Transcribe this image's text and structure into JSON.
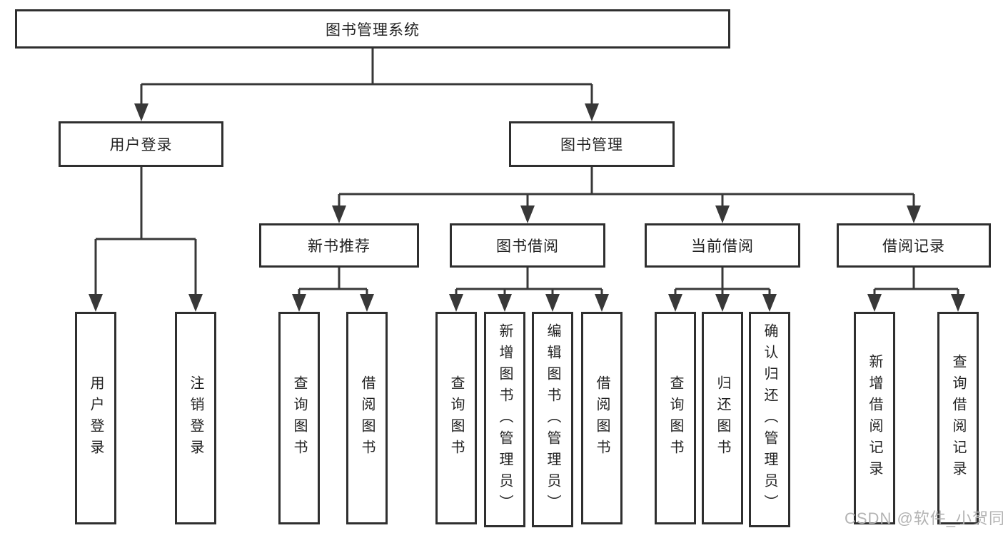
{
  "diagram": {
    "type": "hierarchy-tree",
    "root": {
      "label": "图书管理系统"
    },
    "level2": [
      {
        "label": "用户登录"
      },
      {
        "label": "图书管理"
      }
    ],
    "level3": [
      {
        "label": "新书推荐",
        "parent": "图书管理"
      },
      {
        "label": "图书借阅",
        "parent": "图书管理"
      },
      {
        "label": "当前借阅",
        "parent": "图书管理"
      },
      {
        "label": "借阅记录",
        "parent": "图书管理"
      }
    ],
    "leaves": [
      {
        "label": "用户登录",
        "parent": "用户登录"
      },
      {
        "label": "注销登录",
        "parent": "用户登录"
      },
      {
        "label": "查询图书",
        "parent": "新书推荐"
      },
      {
        "label": "借阅图书",
        "parent": "新书推荐"
      },
      {
        "label": "查询图书",
        "parent": "图书借阅"
      },
      {
        "label": "新增图书（管理员）",
        "parent": "图书借阅"
      },
      {
        "label": "编辑图书（管理员）",
        "parent": "图书借阅"
      },
      {
        "label": "借阅图书",
        "parent": "图书借阅"
      },
      {
        "label": "查询图书",
        "parent": "当前借阅"
      },
      {
        "label": "归还图书",
        "parent": "当前借阅"
      },
      {
        "label": "确认归还（管理员）",
        "parent": "当前借阅"
      },
      {
        "label": "新增借阅记录",
        "parent": "借阅记录"
      },
      {
        "label": "查询借阅记录",
        "parent": "借阅记录"
      }
    ]
  },
  "watermark": {
    "text": "CSDN @软件_小贺同学"
  },
  "colors": {
    "line": "#383838",
    "box_border": "#2f2f2f",
    "text": "#222222",
    "watermark": "#b3b3b3",
    "background": "#ffffff"
  }
}
